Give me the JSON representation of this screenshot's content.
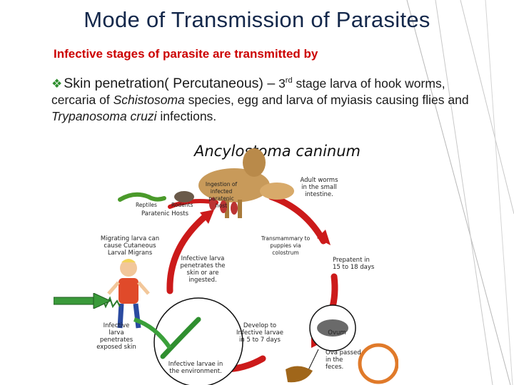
{
  "slide": {
    "title": "Mode of Transmission of Parasites",
    "subtitle": "Infective stages of parasite are transmitted by",
    "body": {
      "lead": "Skin penetration( Percutaneous) –",
      "ordinal_num": "3",
      "ordinal_suffix": "rd",
      "p1": " stage larva of hook worms, cercaria of ",
      "genus1": "Schistosoma",
      "p2": " species, egg and larva of myiasis causing flies and ",
      "genus2": "Trypanosoma cruzi",
      "p3": " infections."
    }
  },
  "diagram": {
    "title": "Ancylostoma caninum",
    "labels": {
      "adult_worms": "Adult worms in the small intestine.",
      "ingestion": "Ingestion of infected paratenic host",
      "reptiles": "Reptiles",
      "rodents": "Rodents",
      "paratenic_hosts": "Paratenic Hosts",
      "transmammary": "Transmammary to puppies via colostrum",
      "prepatent": "Prepatent in 15 to 18 days",
      "migrating_larva": "Migrating larva can cause Cutaneous Larval Migrans",
      "infective_penetrates": "Infective larva penetrates the skin or are ingested.",
      "infective_exposed": "Infective larva penetrates exposed skin",
      "develop": "Develop to Infective larvae in 5 to 7 days",
      "ovum": "Ovum",
      "ova_passed": "Ova passed in the feces.",
      "infective_env": "Infective larvae in the environment."
    }
  },
  "colors": {
    "title": "#14284b",
    "subtitle": "#cc0000",
    "bullet": "#2f8f2f",
    "cycle_arrows": "#cc1a1a",
    "green_arrow": "#3a9a3a"
  }
}
